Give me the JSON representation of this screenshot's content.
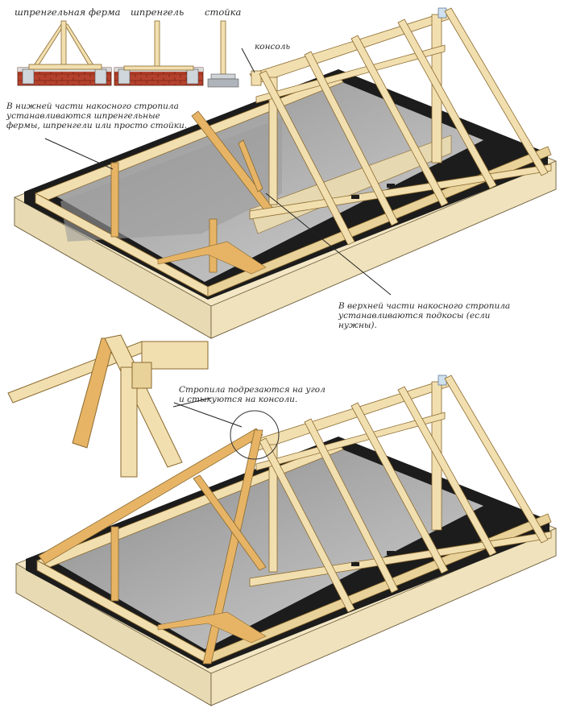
{
  "legend": {
    "items": [
      {
        "label": "шпренгельная ферма"
      },
      {
        "label": "шпренгель"
      },
      {
        "label": "стойка"
      }
    ]
  },
  "callouts": {
    "console": "консоль",
    "lower_note": "В нижней части накосного стропила устанавливаются шпренгельные фермы, шпренгели или просто стойки.",
    "upper_note": "В верхней части накосного стропила устанавливаются подкосы (если нужны).",
    "cut_note": "Стропила подрезаются на угол и стыкуются на консоли."
  },
  "colors": {
    "wood": "#f2dfb0",
    "wood_dark": "#d9b877",
    "wood_edge": "#8a6a2e",
    "beam_orange": "#e7b466",
    "floor": "#a9a9a9",
    "wall": "#f3e7c5",
    "band": "#1c1c1c",
    "brick": "#b5412c"
  }
}
